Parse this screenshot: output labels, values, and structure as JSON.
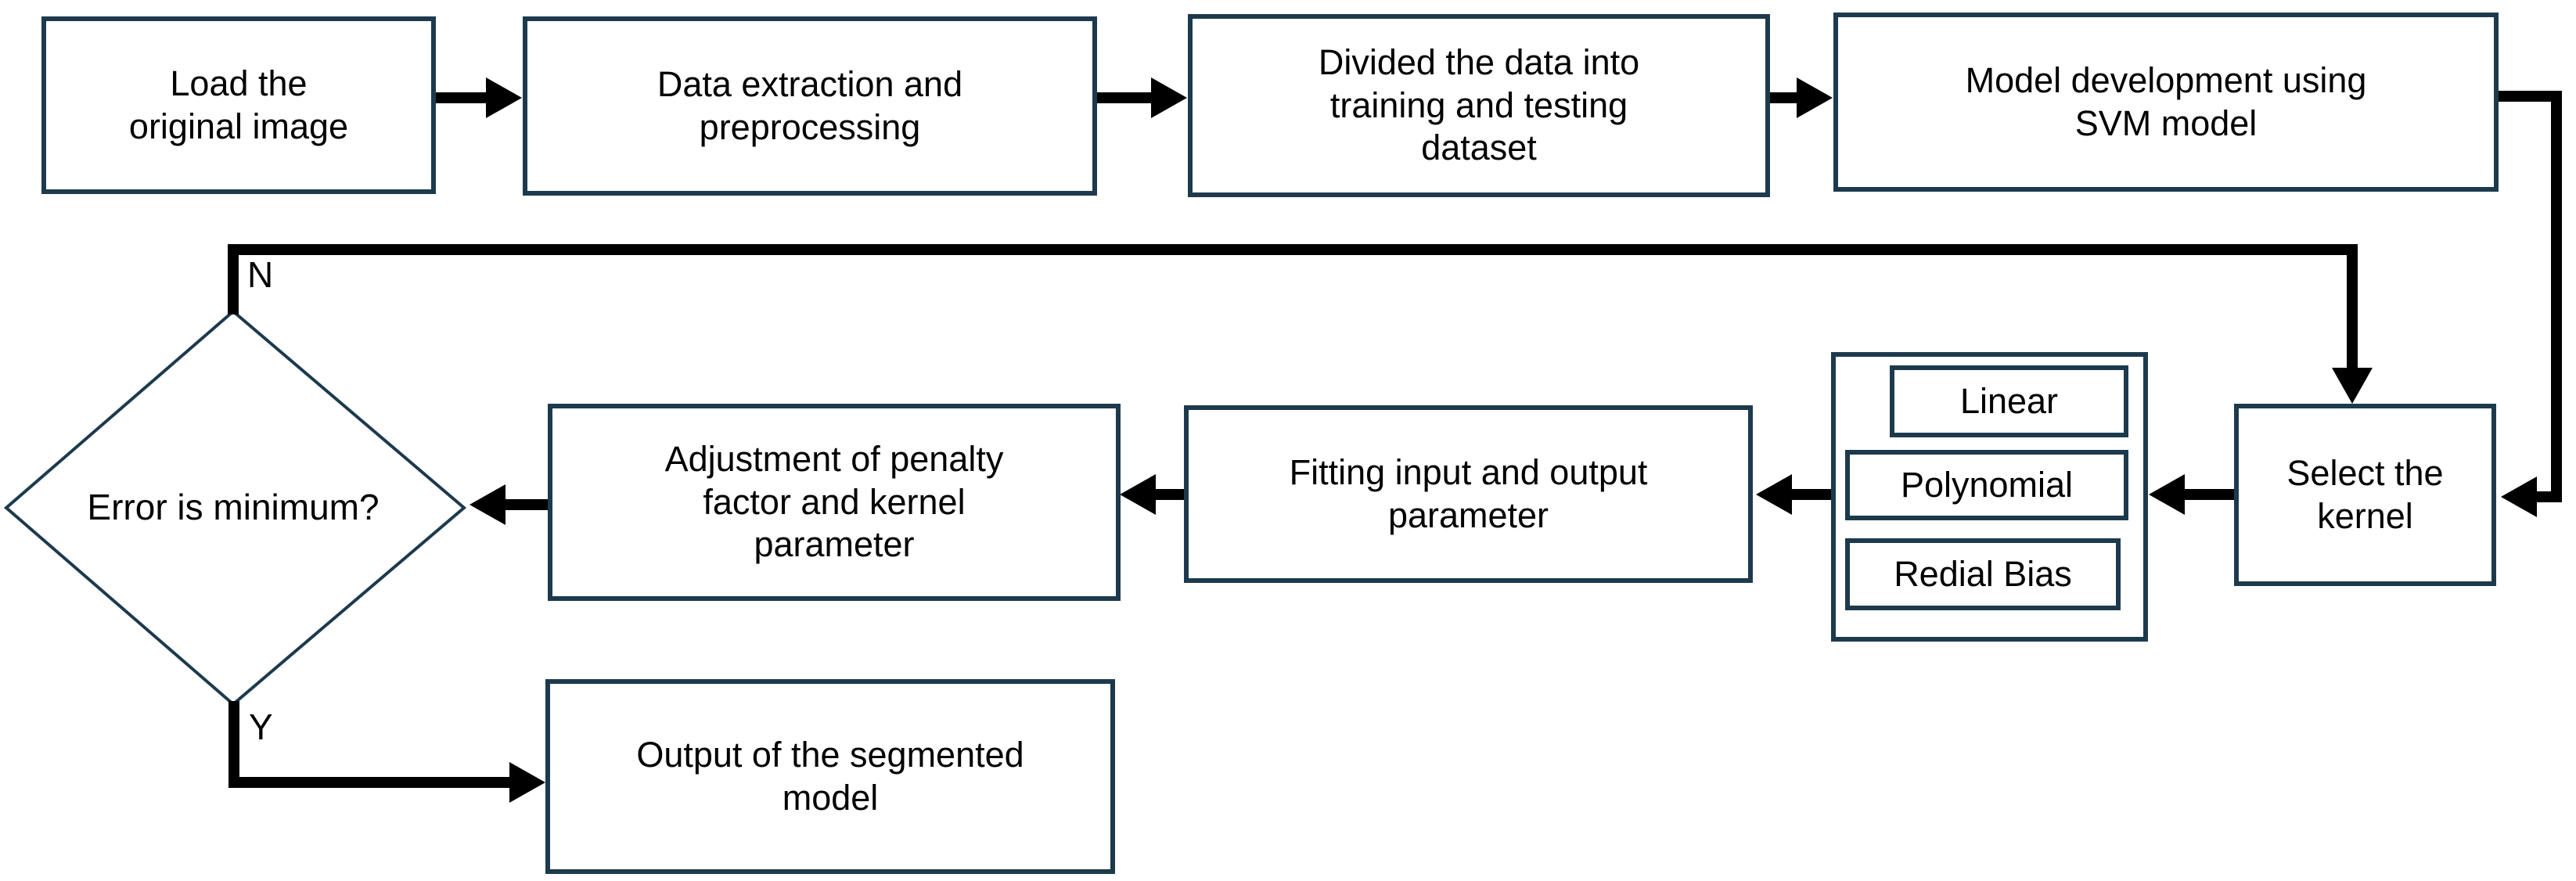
{
  "diagram": {
    "type": "flowchart",
    "nodes": {
      "load": "Load the original image",
      "extract": "Data extraction and preprocessing",
      "divide": "Divided the data into training and testing dataset",
      "develop": "Model development using SVM model",
      "select": "Select the kernel",
      "kernels": [
        "Linear",
        "Polynomial",
        "Redial Bias"
      ],
      "fitting": "Fitting input and output parameter",
      "adjust": "Adjustment of penalty factor and kernel parameter",
      "decision": "Error is minimum?",
      "output": "Output of the segmented model"
    },
    "edges": [
      {
        "from": "load",
        "to": "extract"
      },
      {
        "from": "extract",
        "to": "divide"
      },
      {
        "from": "divide",
        "to": "develop"
      },
      {
        "from": "develop",
        "to": "select"
      },
      {
        "from": "select",
        "to": "kernels"
      },
      {
        "from": "kernels",
        "to": "fitting"
      },
      {
        "from": "fitting",
        "to": "adjust"
      },
      {
        "from": "adjust",
        "to": "decision"
      },
      {
        "from": "decision",
        "to": "select",
        "label": "N"
      },
      {
        "from": "decision",
        "to": "output",
        "label": "Y"
      }
    ],
    "colors": {
      "box_border": "#1d3a4d",
      "connector": "#000000",
      "text": "#000000",
      "background": "#ffffff"
    }
  }
}
